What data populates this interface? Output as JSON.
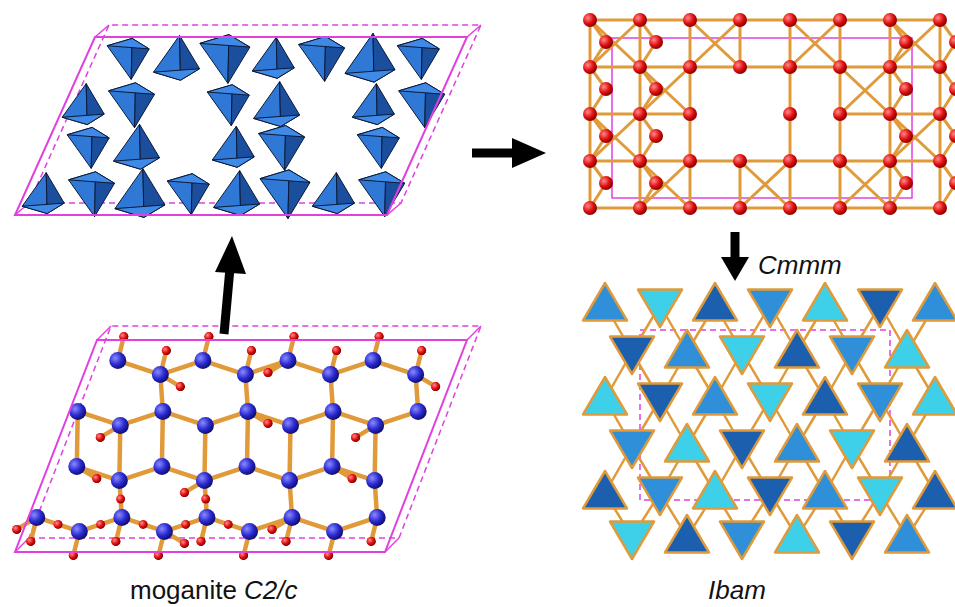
{
  "diagram": {
    "labels": [
      "moganite",
      "C2/c",
      "Cmmm",
      "Ibam"
    ]
  }
}
